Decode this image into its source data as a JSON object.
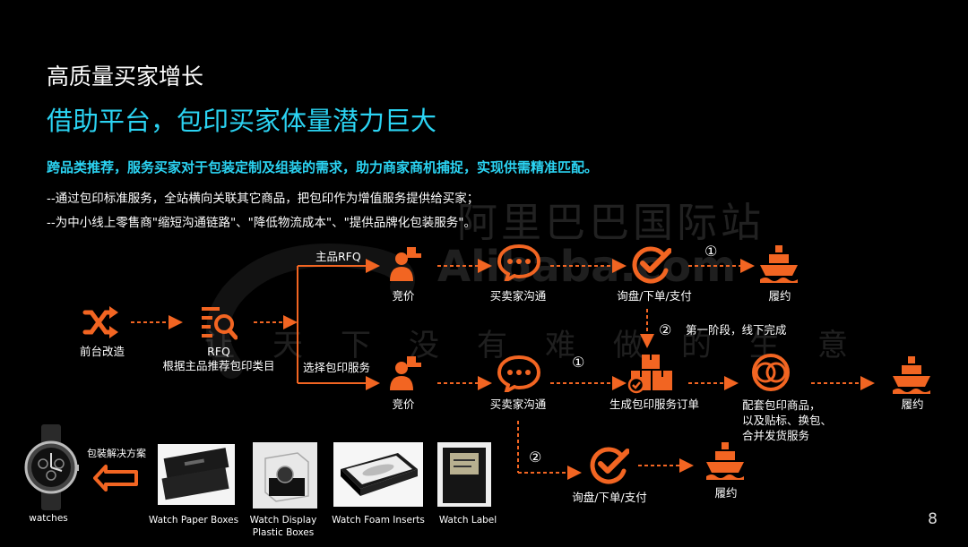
{
  "slide": {
    "title": "高质量买家增长",
    "subtitle": "借助平台，包印买家体量潜力巨大",
    "highlight": "跨品类推荐，服务买家对于包装定制及组装的需求，助力商家商机捕捉，实现供需精准匹配。",
    "bullets": [
      "--通过包印标准服务，全站横向关联其它商品，把包印作为增值服务提供给买家；",
      "--为中小线上零售商\"缩短沟通链路\"、\"降低物流成本\"、\"提供品牌化包装服务\"。"
    ],
    "page_number": "8"
  },
  "watermark": {
    "cn": "阿里巴巴国际站",
    "en": "Alibaba.com",
    "slogan": "让天下没有难做的生意"
  },
  "flow": {
    "start": "前台改造",
    "rfq": "RFQ",
    "rfq_sub": "根据主品推荐包印类目",
    "branch_top": "主品RFQ",
    "branch_mid": "选择包印服务",
    "bid": "竞价",
    "chat": "买卖家沟通",
    "order": "询盘/下单/支付",
    "fulfill": "履约",
    "create_order": "生成包印服务订单",
    "stage_note": "第一阶段，线下完成",
    "bundle": "配套包印商品，\n以及贴标、换包、\n合并发货服务",
    "step1": "①",
    "step2": "②"
  },
  "products": {
    "solution_label": "包裝解决方案",
    "watch_label": "watches",
    "items": [
      "Watch Paper Boxes",
      "Watch Display\nPlastic Boxes",
      "Watch Foam Inserts",
      "Watch Label"
    ]
  },
  "colors": {
    "accent": "#f26522",
    "title_blue": "#2bd3f2"
  }
}
